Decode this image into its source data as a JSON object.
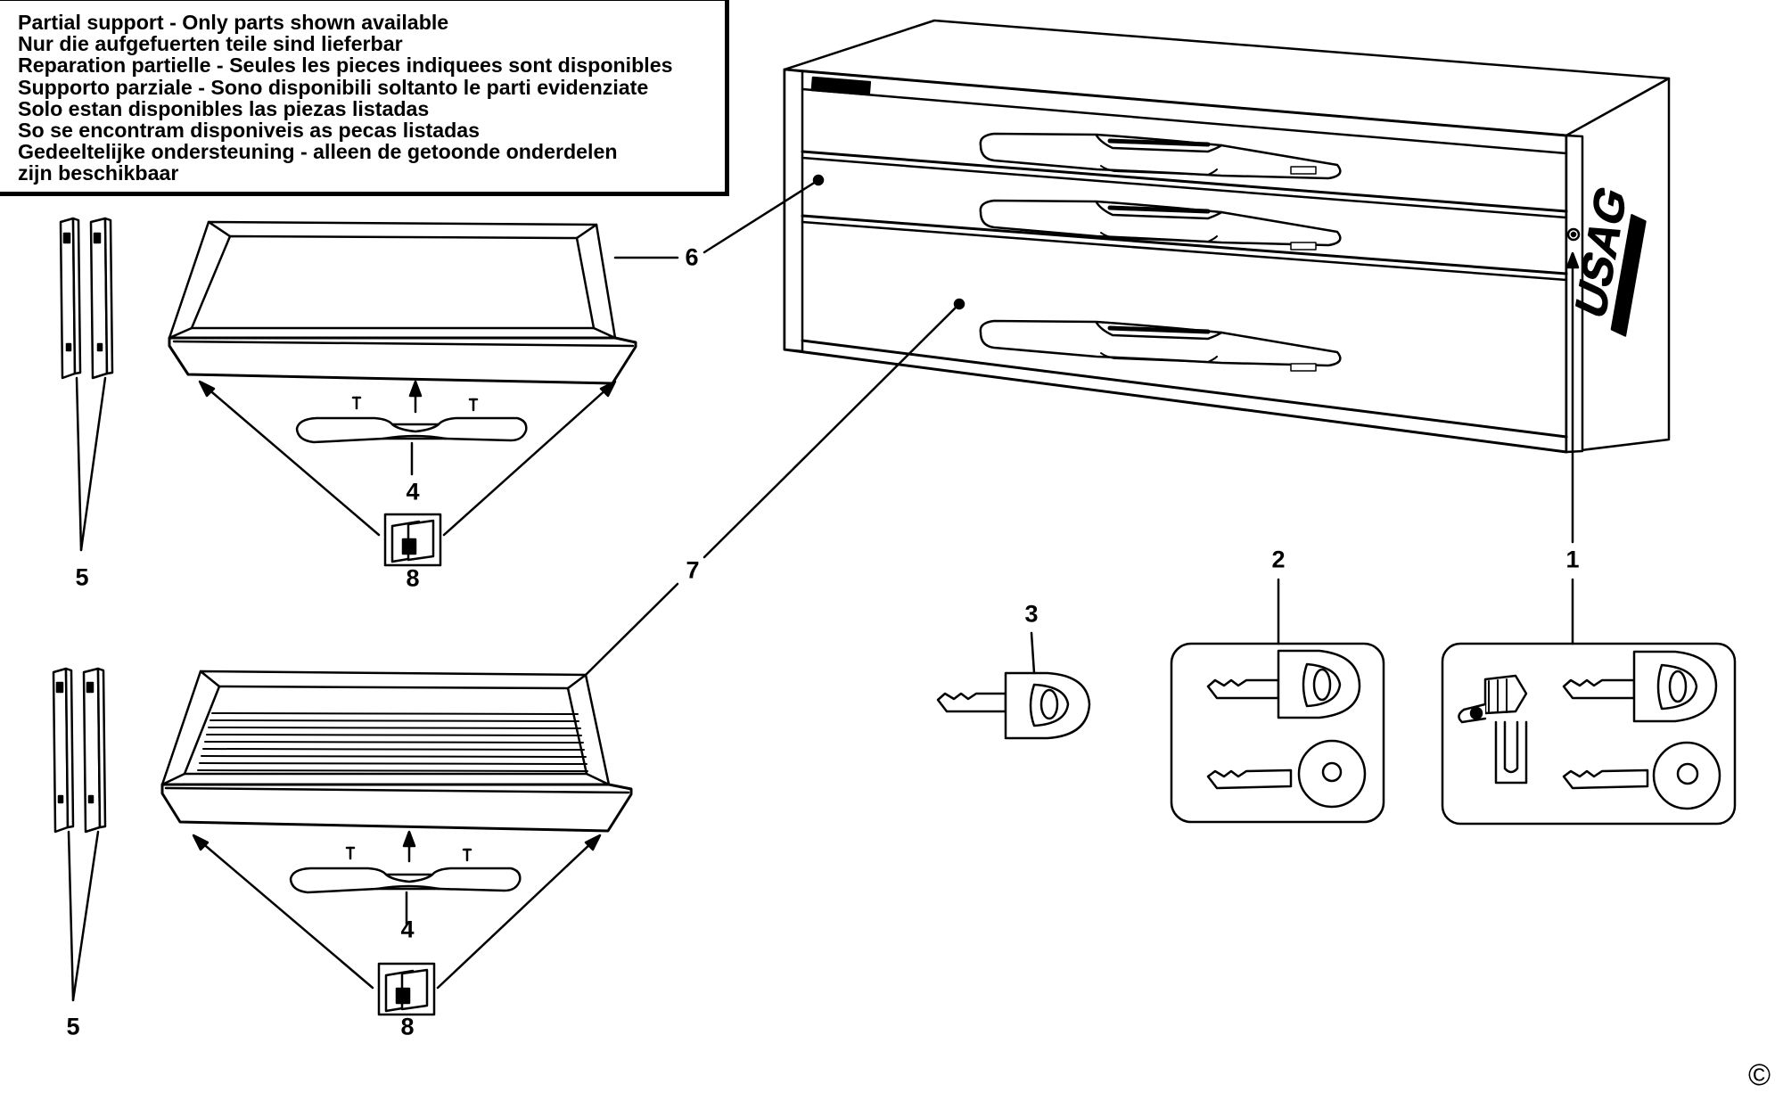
{
  "notice": {
    "lines": [
      "Partial support - Only parts shown available",
      "Nur die aufgefuerten teile sind lieferbar",
      "Reparation partielle - Seules les pieces indiquees sont disponibles",
      "Supporto parziale - Sono disponibili soltanto le parti evidenziate",
      "Solo estan disponibles las piezas listadas",
      "So se encontram disponiveis as pecas listadas",
      "Gedeeltelijke ondersteuning - alleen de getoonde onderdelen",
      "zijn beschikbaar"
    ]
  },
  "callouts": {
    "lock_kit": "1",
    "key_pair": "2",
    "single_key": "3",
    "handle_top": "4",
    "handle_bottom": "4",
    "slides_top": "5",
    "slides_bottom": "5",
    "drawer_small": "6",
    "drawer_large": "7",
    "clip_top": "8",
    "clip_bottom": "8"
  },
  "copyright_symbol": "©",
  "colors": {
    "ink": "#000000",
    "paper": "#ffffff",
    "shade": "#d9d9d9"
  }
}
